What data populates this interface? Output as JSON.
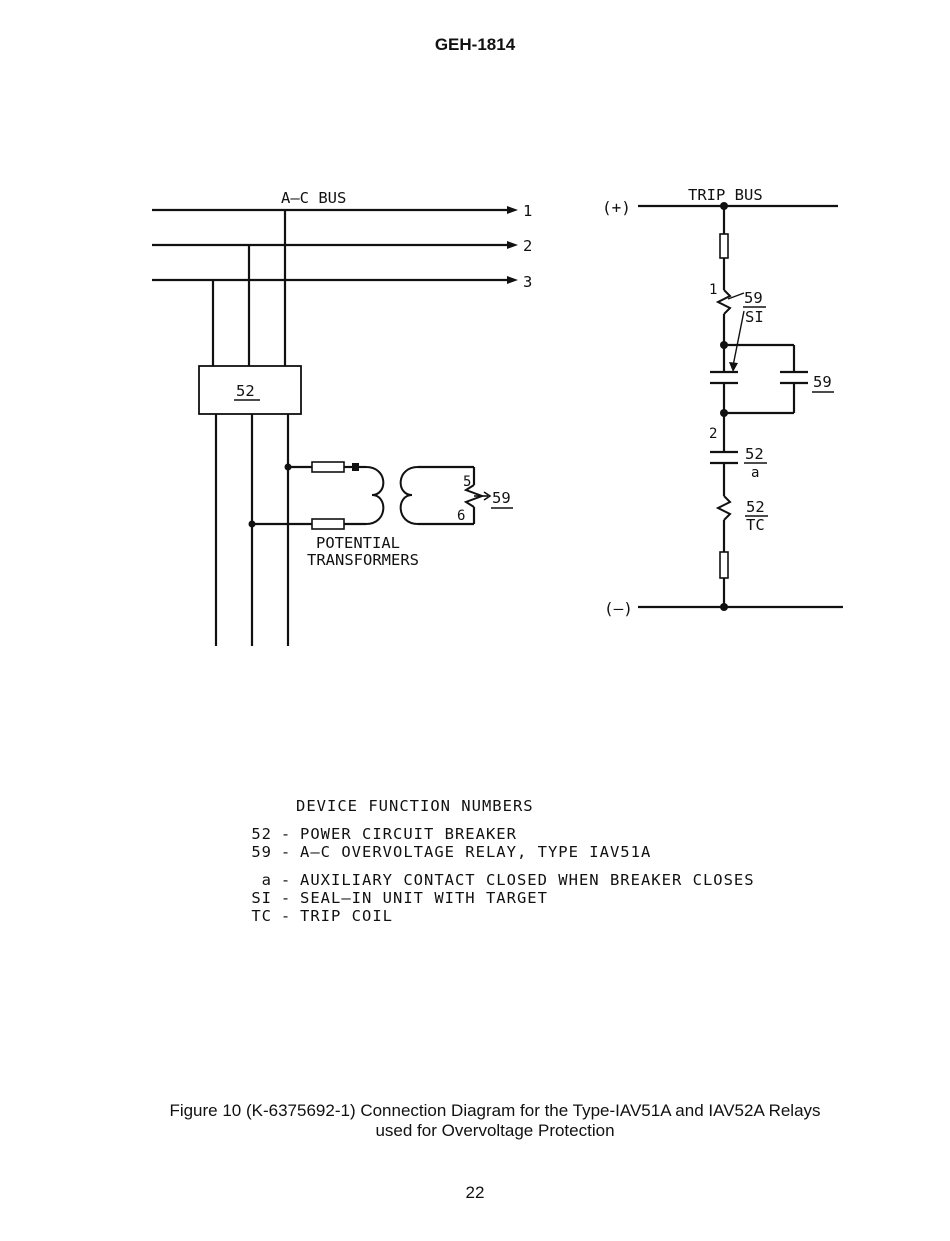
{
  "header": {
    "doc_code": "GEH-1814"
  },
  "diagram": {
    "ac_bus_label": "A–C BUS",
    "phase_labels": [
      "1",
      "2",
      "3"
    ],
    "breaker_label": "52",
    "pt_label_line1": "POTENTIAL",
    "pt_label_line2": "TRANSFORMERS",
    "relay_terminal_upper": "5",
    "relay_terminal_lower": "6",
    "relay_coil_label": "59",
    "trip_bus_label": "TRIP BUS",
    "positive_label": "(+)",
    "negative_label": "(–)",
    "si_terminal_1": "1",
    "si_terminal_2": "2",
    "si_label_top": "59",
    "si_label_bottom": "SI",
    "contact_59_label": "59",
    "aux_contact_top": "52",
    "aux_contact_bottom": "a",
    "trip_coil_top": "52",
    "trip_coil_bottom": "TC"
  },
  "legend": {
    "title": "DEVICE FUNCTION NUMBERS",
    "items": [
      {
        "code": "52",
        "text": "POWER CIRCUIT BREAKER"
      },
      {
        "code": "59",
        "text": "A–C OVERVOLTAGE RELAY, TYPE IAV51A"
      },
      {
        "code": "a",
        "text": "AUXILIARY CONTACT CLOSED WHEN BREAKER CLOSES"
      },
      {
        "code": "SI",
        "text": "SEAL–IN UNIT WITH TARGET"
      },
      {
        "code": "TC",
        "text": "TRIP COIL"
      }
    ]
  },
  "caption": {
    "line1": "Figure 10 (K-6375692-1) Connection Diagram for the Type-IAV51A  and IAV52A Relays",
    "line2": "used for Overvoltage Protection"
  },
  "footer": {
    "page_number": "22"
  }
}
